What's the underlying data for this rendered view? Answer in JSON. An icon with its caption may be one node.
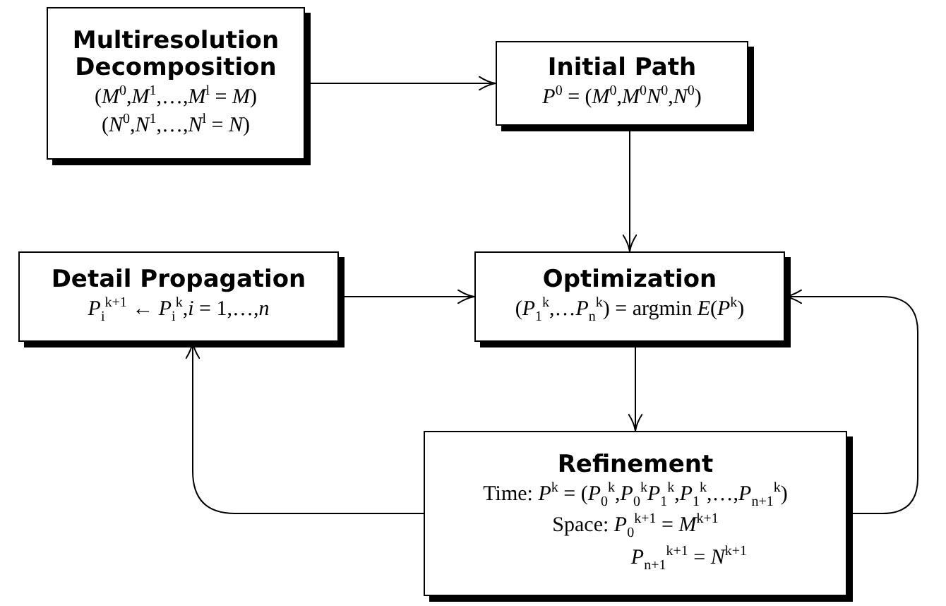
{
  "diagram": {
    "nodes": [
      {
        "text": [
          "Multiresolution Decomposition",
          "(*M*$^{0}$,*M*$^{1}$,…,*M*$^{l}$ = *M*)",
          "(*N*$^{0}$,*N*$^{1}$,…,*N*$^{l}$ = *N*)"
        ]
      },
      {
        "text": [
          "Initial Path",
          "*P*$^{0}$ = (*M*$^{0}$,*M*$^{0}$*N*$^{0}$,*N*$^{0}$)"
        ]
      },
      {
        "text": [
          "Detail Propagation",
          "*P*$_{i}$$^{k+1}$ ← *P*$_{i}$$^{k}$,*i* = 1,…,*n*"
        ]
      },
      {
        "text": [
          "Optimization",
          "(*P*$_{1}$$^{k}$,…*P*$_{n}$$^{k}$) = argmin *E*(*P*$^{k}$)"
        ]
      },
      {
        "text": [
          "Refinement",
          "Time: *P*$^{k}$ = (*P*$_{0}$$^{k}$,*P*$_{0}$$^{k}$*P*$_{1}$$^{k}$,*P*$_{1}$$^{k}$,…,*P*$_{n+1}$$^{k}$)",
          "Space: *P*$_{0}$$^{k+1}$ = *M*$^{k+1}$",
          "*P*$_{n+1}$$^{k+1}$ = *N*$^{k+1}$"
        ]
      }
    ],
    "edges": [
      {
        "from": 0,
        "to": 1,
        "arrow": "to"
      },
      {
        "from": 1,
        "to": 3,
        "arrow": "to"
      },
      {
        "from": 2,
        "to": 3,
        "arrow": "to"
      },
      {
        "from": 3,
        "to": 4,
        "arrow": "to"
      },
      {
        "from": 4,
        "to": 2,
        "arrow": "to"
      },
      {
        "from": 4,
        "to": 3,
        "arrow": "to"
      }
    ]
  }
}
